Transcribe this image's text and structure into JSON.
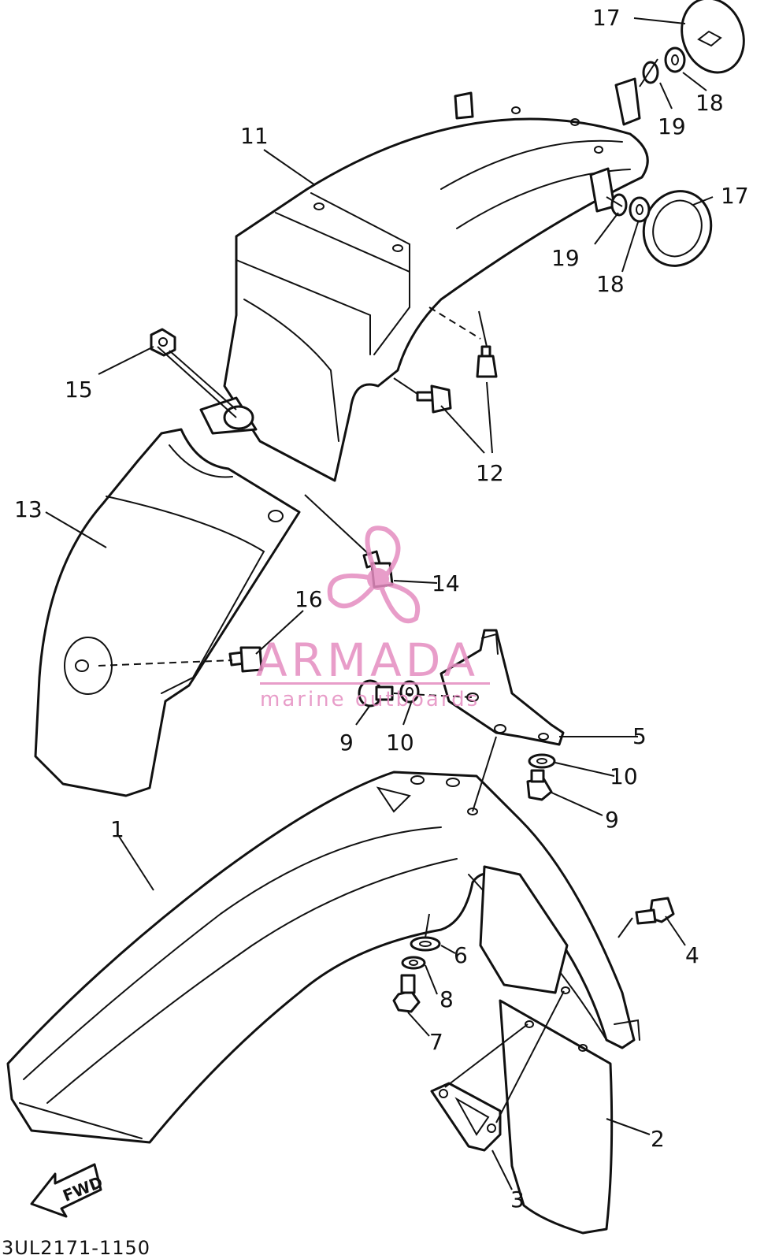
{
  "diagram_code": "3UL2171-1150",
  "direction_arrow": "FWD",
  "callouts": [
    "1",
    "2",
    "3",
    "4",
    "5",
    "6",
    "7",
    "8",
    "9",
    "9",
    "10",
    "10",
    "11",
    "12",
    "13",
    "14",
    "15",
    "16",
    "17",
    "17",
    "18",
    "18",
    "19",
    "19"
  ],
  "watermark": {
    "name": "ARMADA",
    "tagline": "marine outboards",
    "color": "#e58cc0"
  }
}
